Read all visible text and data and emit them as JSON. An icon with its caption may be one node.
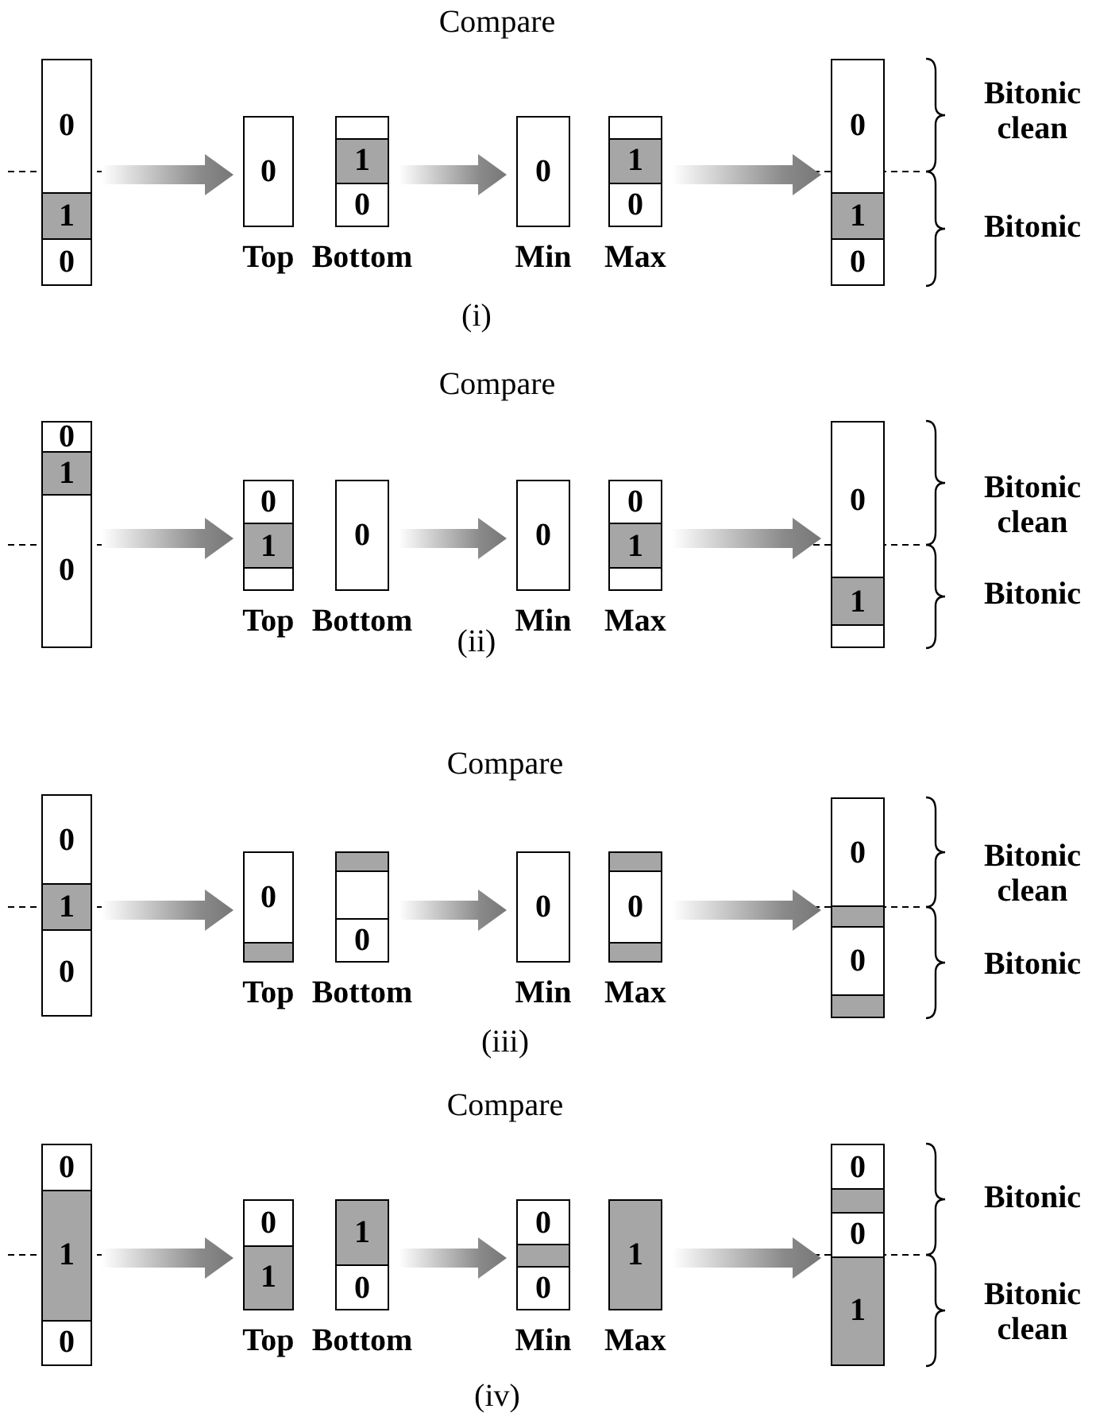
{
  "diagram": {
    "nodes": [
      {
        "text": [],
        "shape": "box"
      },
      {
        "text": [
          "0"
        ],
        "in": 0
      },
      {
        "text": [
          "1"
        ],
        "in": 0
      },
      {
        "text": [
          "0"
        ],
        "in": 0
      },
      {
        "text": [
          "0"
        ],
        "beside": [
          "Top"
        ]
      },
      {
        "text": [],
        "shape": "box",
        "beside": [
          "Bottom"
        ]
      },
      {
        "text": [],
        "shape": "box",
        "in": 5
      },
      {
        "text": [
          "1"
        ],
        "in": 5
      },
      {
        "text": [
          "0"
        ],
        "in": 5
      },
      {
        "text": [
          "0"
        ],
        "beside": [
          "Min"
        ]
      },
      {
        "text": [],
        "shape": "box",
        "beside": [
          "Max"
        ]
      },
      {
        "text": [],
        "shape": "box",
        "in": 10
      },
      {
        "text": [
          "1"
        ],
        "in": 10
      },
      {
        "text": [
          "0"
        ],
        "in": 10
      },
      {
        "text": [],
        "shape": "box"
      },
      {
        "text": [
          "0"
        ],
        "in": 14
      },
      {
        "text": [
          "1"
        ],
        "in": 14
      },
      {
        "text": [
          "0"
        ],
        "in": 14
      },
      {
        "text": [],
        "shape": "box"
      },
      {
        "text": [
          "0"
        ],
        "in": 18
      },
      {
        "text": [
          "1"
        ],
        "in": 18
      },
      {
        "text": [
          "0"
        ],
        "in": 18
      },
      {
        "text": [],
        "shape": "box",
        "beside": [
          "Top"
        ]
      },
      {
        "text": [
          "0"
        ],
        "in": 22
      },
      {
        "text": [
          "1"
        ],
        "in": 22
      },
      {
        "text": [],
        "shape": "box",
        "in": 22
      },
      {
        "text": [
          "0"
        ],
        "beside": [
          "Bottom"
        ]
      },
      {
        "text": [
          "0"
        ],
        "beside": [
          "Min"
        ]
      },
      {
        "text": [],
        "shape": "box",
        "beside": [
          "Max"
        ]
      },
      {
        "text": [
          "0"
        ],
        "in": 28
      },
      {
        "text": [
          "1"
        ],
        "in": 28
      },
      {
        "text": [],
        "shape": "box",
        "in": 28
      },
      {
        "text": [],
        "shape": "box"
      },
      {
        "text": [
          "0"
        ],
        "in": 32
      },
      {
        "text": [
          "1"
        ],
        "in": 32
      },
      {
        "text": [],
        "shape": "box",
        "in": 32
      },
      {
        "text": [],
        "shape": "box"
      },
      {
        "text": [
          "0"
        ],
        "in": 36
      },
      {
        "text": [
          "1"
        ],
        "in": 36
      },
      {
        "text": [
          "0"
        ],
        "in": 36
      },
      {
        "text": [],
        "shape": "box",
        "beside": [
          "Top"
        ]
      },
      {
        "text": [
          "0"
        ],
        "in": 40
      },
      {
        "text": [],
        "shape": "bar",
        "in": 40
      },
      {
        "text": [],
        "shape": "box",
        "beside": [
          "Bottom"
        ]
      },
      {
        "text": [],
        "shape": "bar",
        "in": 43
      },
      {
        "text": [],
        "shape": "box",
        "in": 43
      },
      {
        "text": [
          "0"
        ],
        "in": 43
      },
      {
        "text": [
          "0"
        ],
        "beside": [
          "Min"
        ]
      },
      {
        "text": [],
        "shape": "box",
        "beside": [
          "Max"
        ]
      },
      {
        "text": [],
        "shape": "bar",
        "in": 48
      },
      {
        "text": [
          "0"
        ],
        "in": 48
      },
      {
        "text": [],
        "shape": "bar",
        "in": 48
      },
      {
        "text": [],
        "shape": "box"
      },
      {
        "text": [
          "0"
        ],
        "in": 52
      },
      {
        "text": [],
        "shape": "bar",
        "in": 52
      },
      {
        "text": [
          "0"
        ],
        "in": 52
      },
      {
        "text": [],
        "shape": "bar",
        "in": 52
      },
      {
        "text": [],
        "shape": "box"
      },
      {
        "text": [
          "0"
        ],
        "in": 57
      },
      {
        "text": [
          "1"
        ],
        "in": 57
      },
      {
        "text": [
          "0"
        ],
        "in": 57
      },
      {
        "text": [],
        "shape": "box",
        "beside": [
          "Top"
        ]
      },
      {
        "text": [
          "0"
        ],
        "in": 61
      },
      {
        "text": [
          "1"
        ],
        "in": 61
      },
      {
        "text": [],
        "shape": "box",
        "beside": [
          "Bottom"
        ]
      },
      {
        "text": [
          "1"
        ],
        "in": 64
      },
      {
        "text": [
          "0"
        ],
        "in": 64
      },
      {
        "text": [],
        "shape": "box",
        "beside": [
          "Min"
        ]
      },
      {
        "text": [
          "0"
        ],
        "in": 67
      },
      {
        "text": [],
        "shape": "bar",
        "in": 67
      },
      {
        "text": [
          "0"
        ],
        "in": 67
      },
      {
        "text": [
          "1"
        ],
        "beside": [
          "Max"
        ]
      },
      {
        "text": [],
        "shape": "box"
      },
      {
        "text": [
          "0"
        ],
        "in": 72
      },
      {
        "text": [],
        "shape": "bar",
        "in": 72
      },
      {
        "text": [
          "0"
        ],
        "in": 72
      },
      {
        "text": [
          "1"
        ],
        "in": 72
      }
    ],
    "edges": [
      {
        "from": 0,
        "to": 4,
        "arrow": "to"
      },
      {
        "from": 5,
        "to": 9,
        "arrow": "to"
      },
      {
        "from": 10,
        "to": 14,
        "arrow": "to"
      },
      {
        "from": 18,
        "to": 22,
        "arrow": "to"
      },
      {
        "from": 26,
        "to": 27,
        "arrow": "to"
      },
      {
        "from": 28,
        "to": 32,
        "arrow": "to"
      },
      {
        "from": 36,
        "to": 40,
        "arrow": "to"
      },
      {
        "from": 43,
        "to": 47,
        "arrow": "to"
      },
      {
        "from": 48,
        "to": 52,
        "arrow": "to"
      },
      {
        "from": 57,
        "to": 61,
        "arrow": "to"
      },
      {
        "from": 64,
        "to": 67,
        "arrow": "to"
      },
      {
        "from": 71,
        "to": 72,
        "arrow": "to"
      }
    ],
    "labels": [
      "Compare",
      "Bitonic clean",
      "Bitonic",
      "(i)",
      "Compare",
      "Bitonic clean",
      "Bitonic",
      "(ii)",
      "Compare",
      "Bitonic clean",
      "Bitonic",
      "(iii)",
      "Compare",
      "Bitonic",
      "Bitonic clean",
      "(iv)"
    ]
  }
}
